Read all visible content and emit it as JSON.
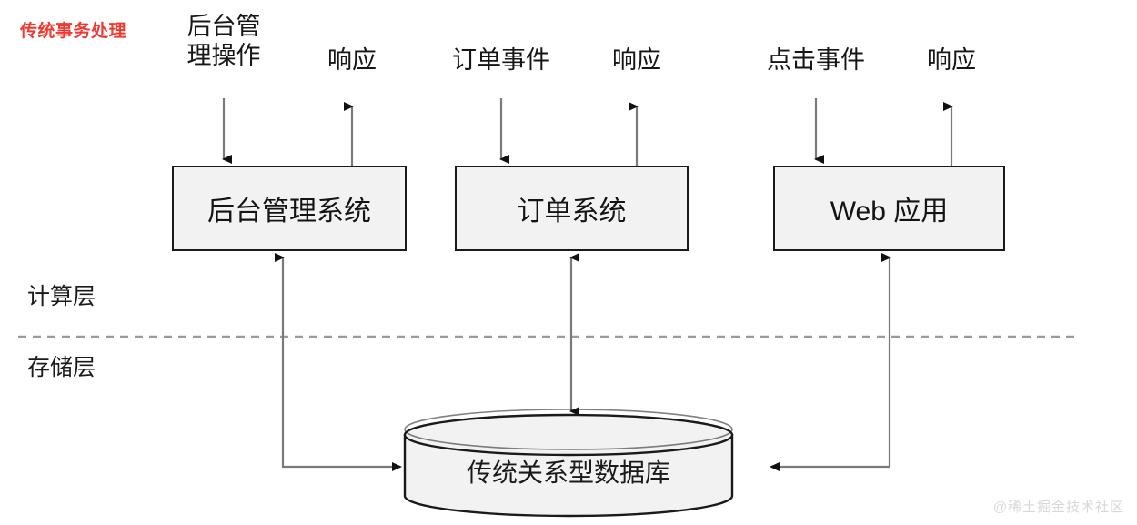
{
  "diagram": {
    "title": "传统事务处理",
    "title_color": "#ee3b31",
    "watermark": "@稀土掘金技术社区",
    "layers": [
      {
        "name": "compute",
        "label": "计算层"
      },
      {
        "name": "storage",
        "label": "存储层"
      }
    ],
    "columns": [
      {
        "key": "backend",
        "input_label": "后台管\n理操作",
        "response_label": "响应",
        "system_label": "后台管理系统"
      },
      {
        "key": "order",
        "input_label": "订单事件",
        "response_label": "响应",
        "system_label": "订单系统"
      },
      {
        "key": "web",
        "input_label": "点击事件",
        "response_label": "响应",
        "system_label": "Web 应用"
      }
    ],
    "database": {
      "label": "传统关系型数据库",
      "fill": "#f2f2f2",
      "stroke": "#1a1a1a"
    },
    "style": {
      "box_fill": "#f2f2f2",
      "box_stroke": "#1a1a1a",
      "connector_stroke": "#7a7a7a",
      "arrowhead_fill": "#111111",
      "divider_stroke": "#9a9a9a",
      "background": "#ffffff"
    }
  }
}
